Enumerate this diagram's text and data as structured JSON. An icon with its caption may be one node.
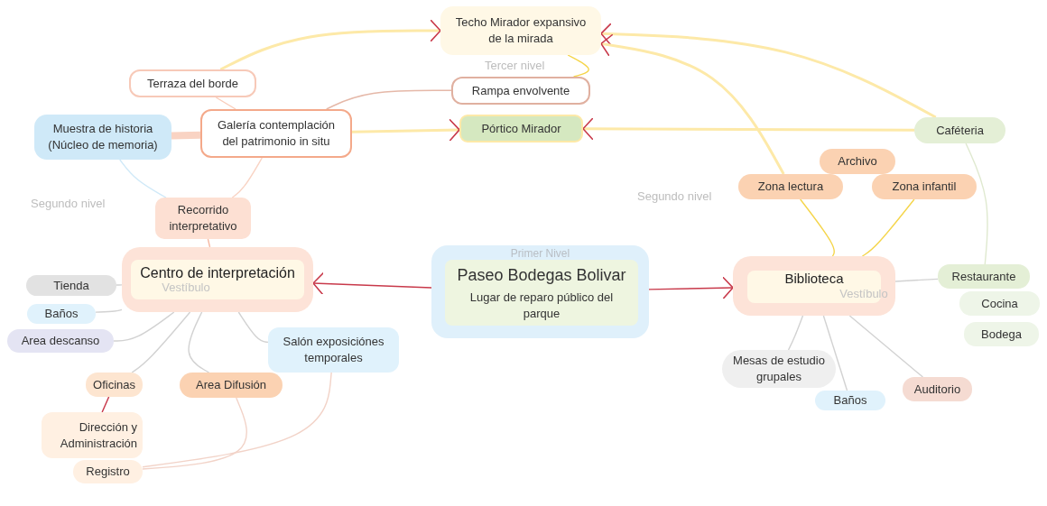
{
  "diagram": {
    "nodes": [
      {
        "text": [
          "Techo Mirador expansivo de la mirada"
        ]
      },
      {
        "text": [
          "Terraza del borde"
        ]
      },
      {
        "text": [
          "Rampa envolvente"
        ]
      },
      {
        "text": [
          "Muestra de historia (Núcleo de memoria)"
        ]
      },
      {
        "text": [
          "Galería contemplación del patrimonio in situ"
        ]
      },
      {
        "text": [
          "Pórtico Mirador"
        ]
      },
      {
        "text": [
          "Caféteria"
        ]
      },
      {
        "text": [
          "Archivo"
        ]
      },
      {
        "text": [
          "Zona lectura"
        ]
      },
      {
        "text": [
          "Zona infantil"
        ]
      },
      {
        "text": [
          "Recorrido interpretativo"
        ]
      },
      {
        "text": [
          "Centro de interpretación",
          "Vestíbulo"
        ]
      },
      {
        "text": [
          "Primer Nivel"
        ]
      },
      {
        "text": [
          "Paseo Bodegas Bolivar",
          "Lugar de reparo público del parque"
        ],
        "in": 12
      },
      {
        "text": [
          "Biblioteca",
          "Vestíbulo"
        ]
      },
      {
        "text": [
          "Tienda"
        ]
      },
      {
        "text": [
          "Baños"
        ]
      },
      {
        "text": [
          "Area descanso"
        ]
      },
      {
        "text": [
          "Salón exposiciónes temporales"
        ]
      },
      {
        "text": [
          "Oficinas"
        ]
      },
      {
        "text": [
          "Area Difusión"
        ]
      },
      {
        "text": [
          "Dirección y Administración"
        ]
      },
      {
        "text": [
          "Registro"
        ]
      },
      {
        "text": [
          "Restaurante"
        ]
      },
      {
        "text": [
          "Cocina"
        ]
      },
      {
        "text": [
          "Bodega"
        ]
      },
      {
        "text": [
          "Mesas de estudio grupales"
        ]
      },
      {
        "text": [
          "Baños"
        ]
      },
      {
        "text": [
          "Auditorio"
        ]
      }
    ],
    "edges": [
      {
        "from": 12,
        "to": 11,
        "arrow": "to",
        "color": "#c8394a"
      },
      {
        "from": 12,
        "to": 14,
        "arrow": "to",
        "color": "#c8394a"
      },
      {
        "from": 1,
        "to": 0,
        "arrow": "to",
        "color": "#fde9a8"
      },
      {
        "from": 4,
        "to": 5,
        "arrow": "to",
        "color": "#fde9a8"
      },
      {
        "from": 6,
        "to": 5,
        "arrow": "to",
        "color": "#fde9a8"
      },
      {
        "from": 6,
        "to": 0,
        "arrow": "to",
        "color": "#fde9a8"
      },
      {
        "from": 8,
        "to": 0,
        "arrow": "to",
        "color": "#fde9a8"
      },
      {
        "from": 2,
        "to": 0,
        "arrow": "none",
        "color": "#f5d54a"
      },
      {
        "from": 4,
        "to": 2,
        "arrow": "none",
        "color": "#e5b8a8"
      },
      {
        "from": 1,
        "to": 4,
        "arrow": "none",
        "color": "#f9cdbb"
      },
      {
        "from": 3,
        "to": 4,
        "arrow": "none",
        "style": "thick",
        "color": "#f9d3c3"
      },
      {
        "from": 3,
        "to": 10,
        "arrow": "none",
        "color": "#cfe9f8"
      },
      {
        "from": 4,
        "to": 10,
        "arrow": "none",
        "color": "#f9d3c3"
      },
      {
        "from": 10,
        "to": 11,
        "arrow": "none",
        "color": "#f6b9a3"
      },
      {
        "from": 8,
        "to": 14,
        "arrow": "none",
        "color": "#f5d54a"
      },
      {
        "from": 9,
        "to": 14,
        "arrow": "none",
        "color": "#f5d54a"
      },
      {
        "from": 6,
        "to": 23,
        "arrow": "none",
        "color": "#dfe9cf"
      },
      {
        "from": 14,
        "to": 23,
        "arrow": "none"
      },
      {
        "from": 11,
        "to": 15,
        "arrow": "none"
      },
      {
        "from": 11,
        "to": 16,
        "arrow": "none"
      },
      {
        "from": 11,
        "to": 17,
        "arrow": "none"
      },
      {
        "from": 11,
        "to": 19,
        "arrow": "none"
      },
      {
        "from": 11,
        "to": 20,
        "arrow": "none"
      },
      {
        "from": 11,
        "to": 18,
        "arrow": "none"
      },
      {
        "from": 19,
        "to": 21,
        "arrow": "none",
        "color": "#c8394a"
      },
      {
        "from": 22,
        "to": 20,
        "arrow": "none",
        "color": "#f2d3c8"
      },
      {
        "from": 22,
        "to": 18,
        "arrow": "none",
        "color": "#f2d3c8"
      },
      {
        "from": 14,
        "to": 26,
        "arrow": "none"
      },
      {
        "from": 14,
        "to": 27,
        "arrow": "none"
      },
      {
        "from": 14,
        "to": 28,
        "arrow": "none"
      }
    ],
    "labels": [
      "Tercer nivel",
      "Segundo nivel",
      "Segundo nivel"
    ]
  }
}
